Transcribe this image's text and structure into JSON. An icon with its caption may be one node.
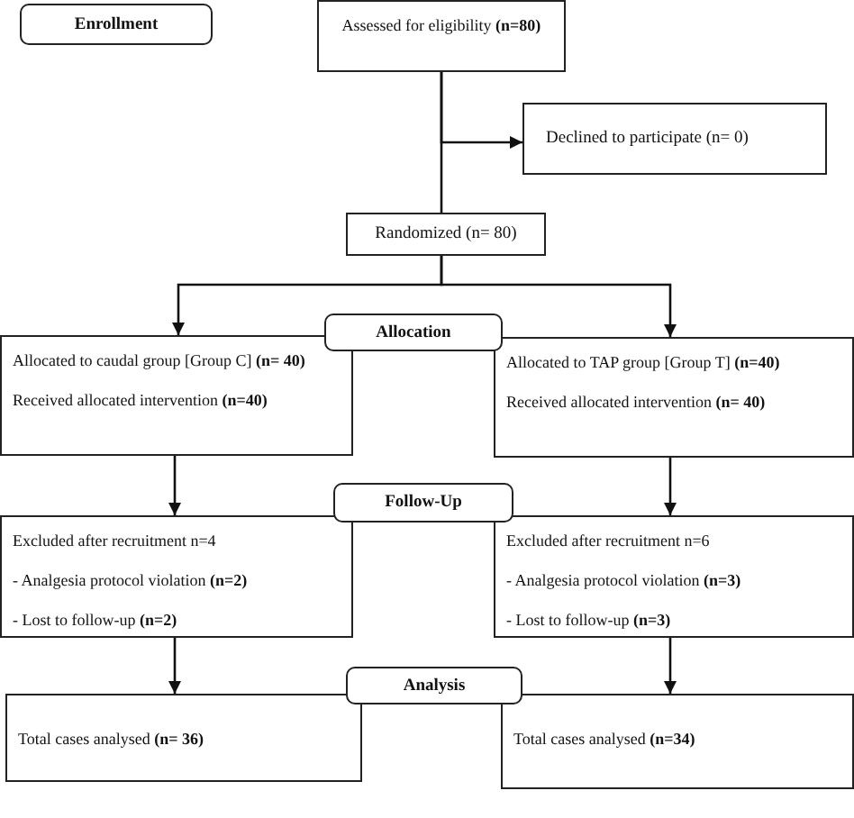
{
  "diagram": {
    "nodes": [
      {
        "text": [
          "Enrollment"
        ]
      },
      {
        "text": [
          "Assessed for eligibility  **(n=80)**"
        ]
      },
      {
        "text": [
          "Declined to participate (n= 0)"
        ]
      },
      {
        "text": [
          "Randomized (n= 80)"
        ]
      },
      {
        "text": [
          "Allocation"
        ]
      },
      {
        "text": [
          "Allocated to caudal group [Group C]   **(n= 40)**",
          "Received allocated intervention **(n=40)**"
        ]
      },
      {
        "text": [
          "Allocated to TAP group [Group T] **(n=40)**",
          "Received allocated intervention **(n= 40)**"
        ]
      },
      {
        "text": [
          "Follow-Up"
        ]
      },
      {
        "text": [
          "Excluded after recruitment n=4",
          "- Analgesia protocol violation  **(n=2)**",
          "- Lost to follow-up **(n=2)**"
        ]
      },
      {
        "text": [
          "Excluded after recruitment n=6",
          "-  Analgesia protocol violation  **(n=3)**",
          "- Lost to follow-up **(n=3)**"
        ]
      },
      {
        "text": [
          "Analysis"
        ]
      },
      {
        "text": [
          "Total cases analysed  **(n= 36)**"
        ]
      },
      {
        "text": [
          "Total cases analysed  **(n=34)**"
        ]
      }
    ],
    "edges": [
      {
        "from": 1,
        "to": 3,
        "arrow": "none"
      },
      {
        "from": 1,
        "to": 2,
        "arrow": "to"
      },
      {
        "from": 3,
        "to": 5,
        "arrow": "to"
      },
      {
        "from": 3,
        "to": 6,
        "arrow": "to"
      },
      {
        "from": 5,
        "to": 8,
        "arrow": "to"
      },
      {
        "from": 6,
        "to": 9,
        "arrow": "to"
      },
      {
        "from": 8,
        "to": 11,
        "arrow": "to"
      },
      {
        "from": 9,
        "to": 12,
        "arrow": "to"
      }
    ]
  }
}
